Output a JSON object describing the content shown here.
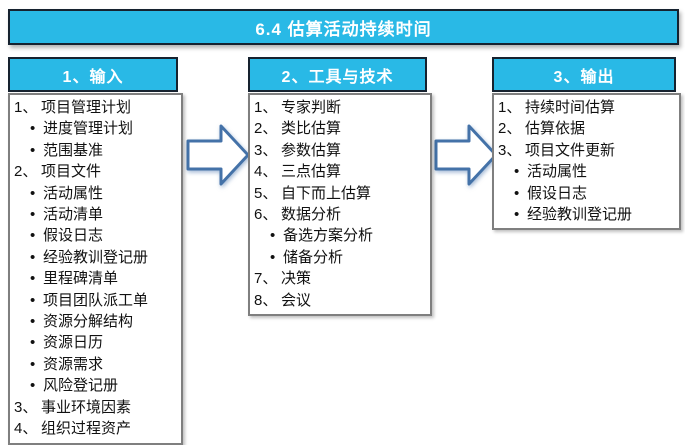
{
  "title": "6.4 估算活动持续时间",
  "colors": {
    "header_bg": "#29b9e6",
    "header_border": "#16222f",
    "list_border": "#7f7f7f",
    "arrow_stroke": "#4472a8",
    "text": "#111111",
    "header_text": "#ffffff"
  },
  "columns": [
    {
      "header": "1、输入",
      "items": [
        {
          "type": "numbered",
          "marker": "1、",
          "text": "项目管理计划"
        },
        {
          "type": "bullet",
          "marker": "•",
          "text": "进度管理计划"
        },
        {
          "type": "bullet",
          "marker": "•",
          "text": "范围基准"
        },
        {
          "type": "numbered",
          "marker": "2、",
          "text": "项目文件"
        },
        {
          "type": "bullet",
          "marker": "•",
          "text": "活动属性"
        },
        {
          "type": "bullet",
          "marker": "•",
          "text": "活动清单"
        },
        {
          "type": "bullet",
          "marker": "•",
          "text": "假设日志"
        },
        {
          "type": "bullet",
          "marker": "•",
          "text": "经验教训登记册"
        },
        {
          "type": "bullet",
          "marker": "•",
          "text": "里程碑清单"
        },
        {
          "type": "bullet",
          "marker": "•",
          "text": "项目团队派工单"
        },
        {
          "type": "bullet",
          "marker": "•",
          "text": "资源分解结构"
        },
        {
          "type": "bullet",
          "marker": "•",
          "text": "资源日历"
        },
        {
          "type": "bullet",
          "marker": "•",
          "text": "资源需求"
        },
        {
          "type": "bullet",
          "marker": "•",
          "text": "风险登记册"
        },
        {
          "type": "numbered",
          "marker": "3、",
          "text": "事业环境因素"
        },
        {
          "type": "numbered",
          "marker": "4、",
          "text": "组织过程资产"
        }
      ]
    },
    {
      "header": "2、工具与技术",
      "items": [
        {
          "type": "numbered",
          "marker": "1、",
          "text": "专家判断"
        },
        {
          "type": "numbered",
          "marker": "2、",
          "text": "类比估算"
        },
        {
          "type": "numbered",
          "marker": "3、",
          "text": "参数估算"
        },
        {
          "type": "numbered",
          "marker": "4、",
          "text": "三点估算"
        },
        {
          "type": "numbered",
          "marker": "5、",
          "text": "自下而上估算"
        },
        {
          "type": "numbered",
          "marker": "6、",
          "text": "数据分析"
        },
        {
          "type": "bullet",
          "marker": "•",
          "text": "备选方案分析"
        },
        {
          "type": "bullet",
          "marker": "•",
          "text": "储备分析"
        },
        {
          "type": "numbered",
          "marker": "7、",
          "text": "决策"
        },
        {
          "type": "numbered",
          "marker": "8、",
          "text": "会议"
        }
      ]
    },
    {
      "header": "3、输出",
      "items": [
        {
          "type": "numbered",
          "marker": "1、",
          "text": "持续时间估算"
        },
        {
          "type": "numbered",
          "marker": "2、",
          "text": "估算依据"
        },
        {
          "type": "numbered",
          "marker": "3、",
          "text": "项目文件更新"
        },
        {
          "type": "bullet",
          "marker": "•",
          "text": "活动属性"
        },
        {
          "type": "bullet",
          "marker": "•",
          "text": "假设日志"
        },
        {
          "type": "bullet",
          "marker": "•",
          "text": "经验教训登记册"
        }
      ]
    }
  ],
  "arrows": [
    {
      "icon": "right-arrow"
    },
    {
      "icon": "right-arrow"
    }
  ]
}
